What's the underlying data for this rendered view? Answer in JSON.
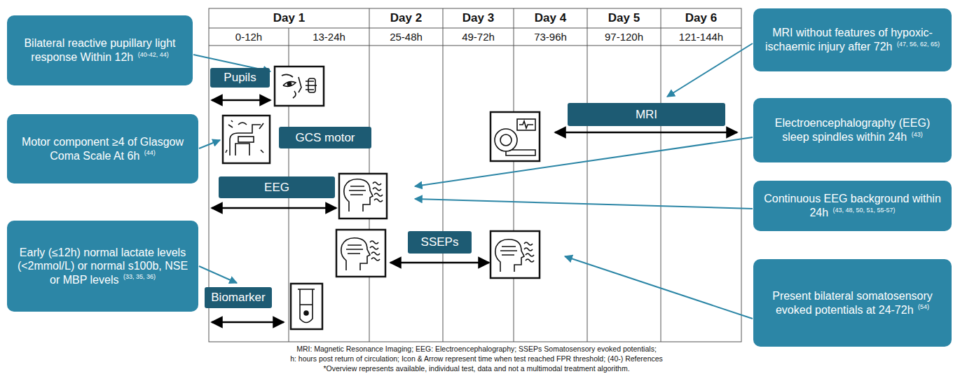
{
  "diagram": {
    "nodes": [
      {
        "text": [
          "Bilateral reactive pupillary light response Within 12h",
          "(40-42, 44)"
        ]
      },
      {
        "text": [
          "Pupils"
        ]
      },
      {
        "text": [
          "MRI without features of hypoxic-ischaemic injury after 72h",
          "(47, 56, 62, 65)"
        ]
      },
      {
        "text": [
          "MRI"
        ]
      },
      {
        "text": [
          "Motor component ≥4 of Glasgow Coma Scale At 6h",
          "(44)"
        ]
      },
      {
        "text": [
          "GCS motor"
        ]
      },
      {
        "text": [
          "Electroencephalography (EEG) sleep spindles within 24h",
          "(43)"
        ]
      },
      {
        "text": [
          "EEG"
        ]
      },
      {
        "text": [
          "Continuous EEG background within 24h",
          "(43, 48, 50, 51, 55-57)"
        ]
      },
      {
        "text": [
          "SSEPs"
        ]
      },
      {
        "text": [
          "Early (≤12h) normal lactate levels (<2mmol/L) or normal s100b, NSE or MBP levels",
          "(33, 35, 36)"
        ]
      },
      {
        "text": [
          "Present bilateral somatosensory evoked potentials at 24-72h",
          "(54)"
        ]
      },
      {
        "text": [
          "Biomarker"
        ]
      }
    ],
    "labels": [
      "Day 1",
      "Day 2",
      "Day 3",
      "Day 4",
      "Day 5",
      "Day 6",
      "0-12h",
      "13-24h",
      "25-48h",
      "49-72h",
      "73-96h",
      "97-120h",
      "121-144h",
      "MRI: Magnetic Resonance Imaging; EEG: Electroencephalography; SSEPs Somatosensory evoked potentials;",
      "h: hours post return of circulation; Icon & Arrow represent time when test reached FPR threshold; (40-) References",
      "*Overview represents available, individual test, data and not a multimodal treatment algorithm."
    ]
  }
}
